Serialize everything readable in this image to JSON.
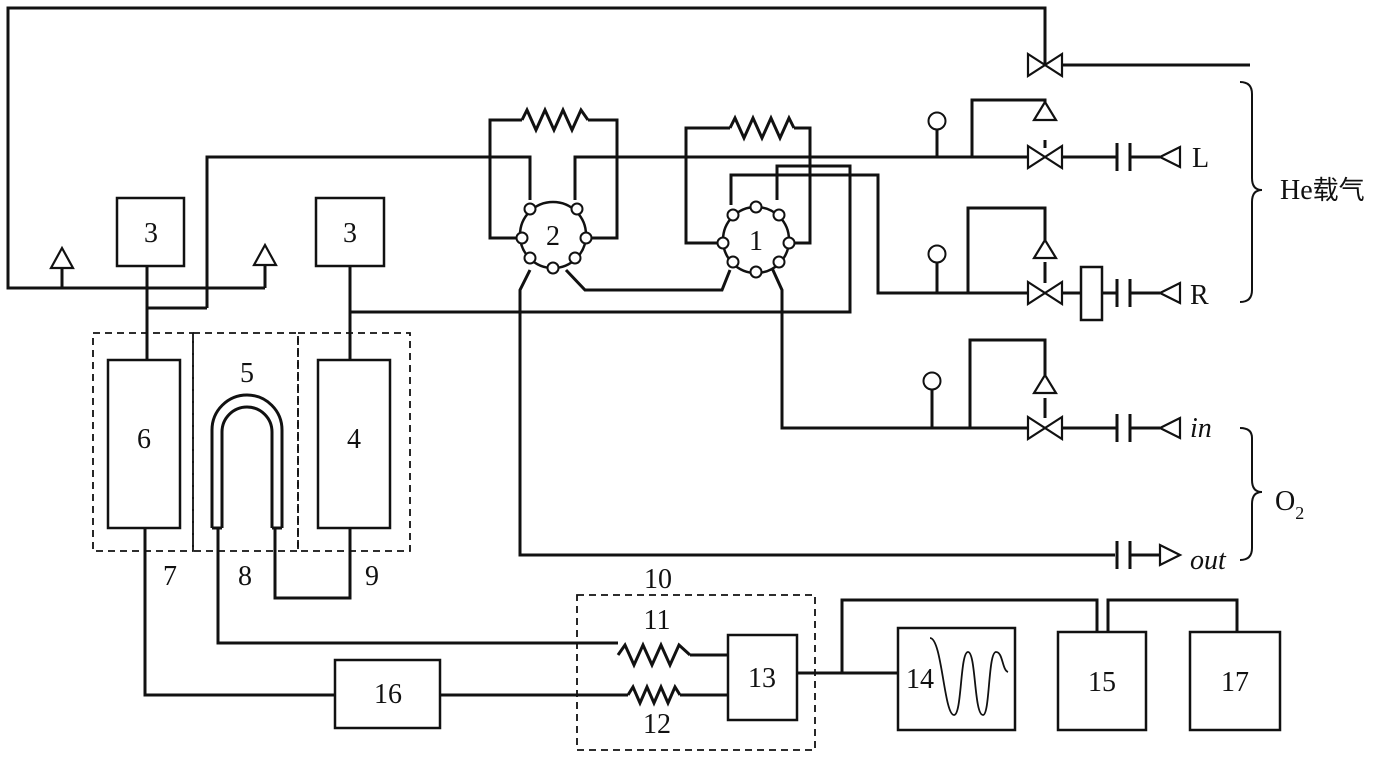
{
  "labels": {
    "valve_1": "1",
    "valve_2": "2",
    "reservoir_left": "3",
    "reservoir_right": "3",
    "column_4": "4",
    "u_tube_5": "5",
    "column_6": "6",
    "trap_7": "7",
    "trap_8": "8",
    "trap_9": "9",
    "detector_zone_10": "10",
    "resistor_11": "11",
    "resistor_12": "12",
    "detector_13": "13",
    "recorder_14": "14",
    "unit_15": "15",
    "unit_16": "16",
    "unit_17": "17"
  },
  "inlets": {
    "L": "L",
    "R": "R",
    "in": "in",
    "out": "out"
  },
  "groups": {
    "he_carrier_prefix": "He",
    "he_carrier_suffix": "载气",
    "o2_base": "O",
    "o2_sub": "2"
  }
}
